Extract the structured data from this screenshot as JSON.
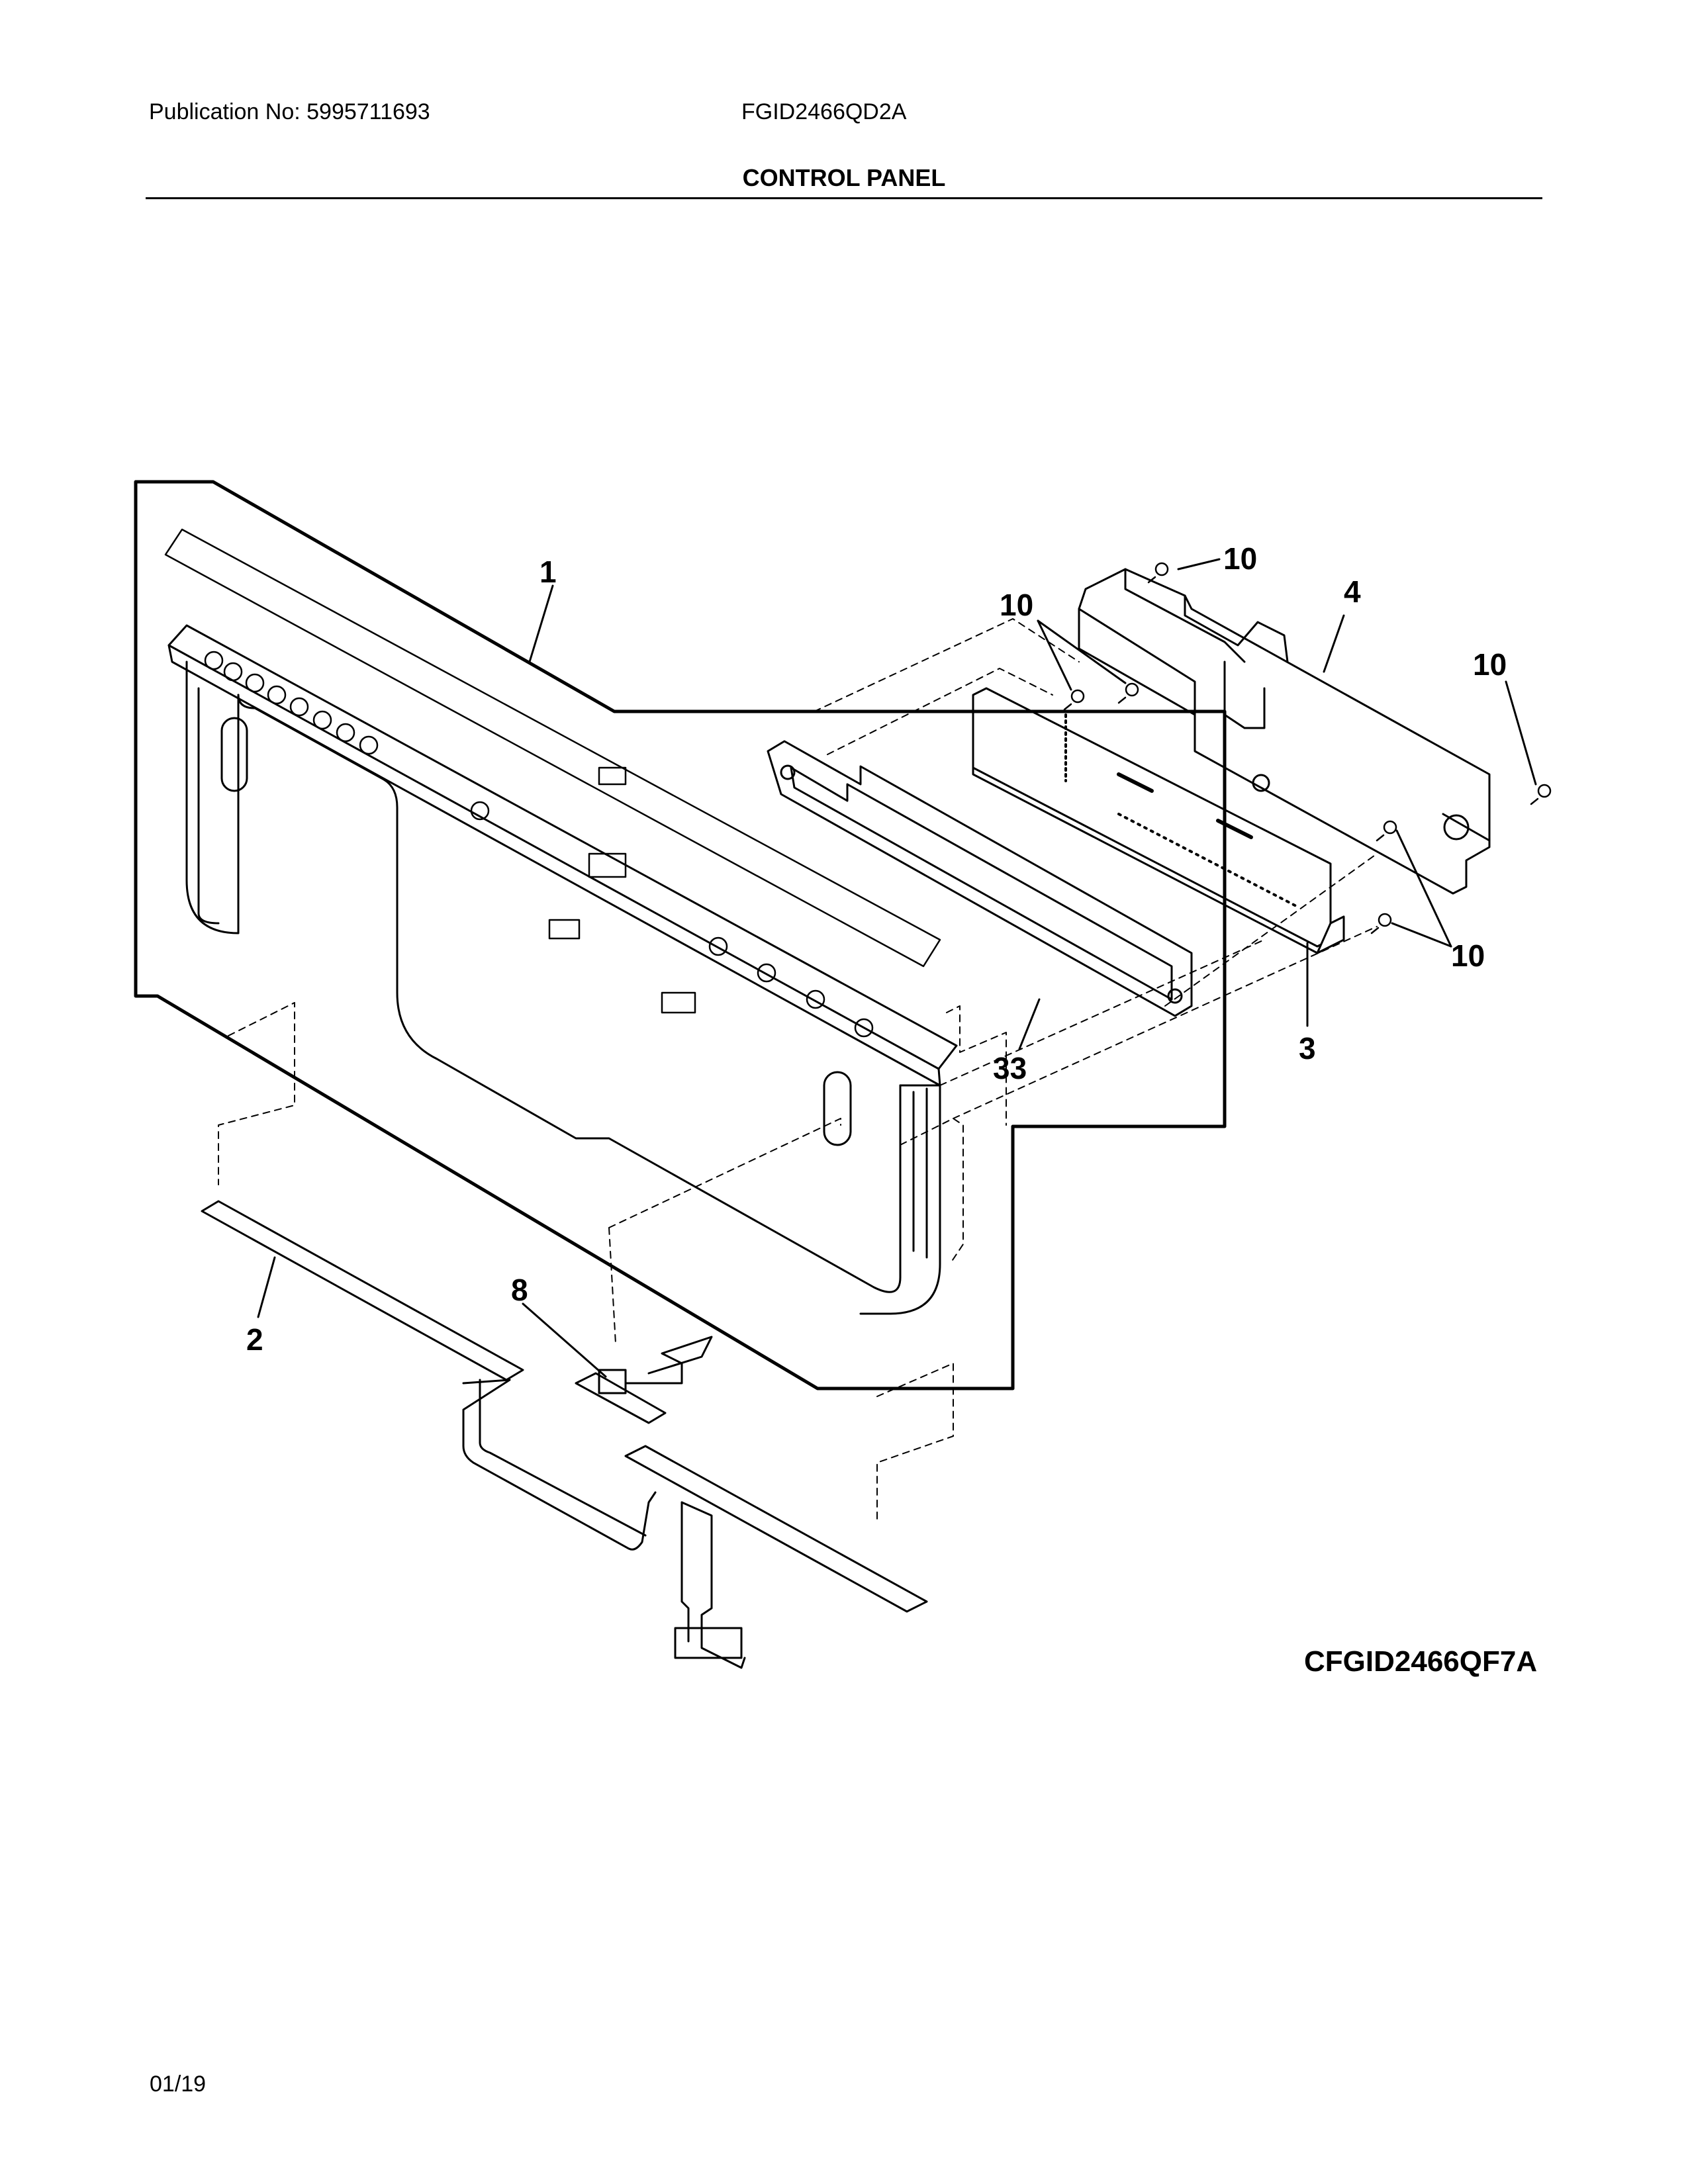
{
  "header": {
    "publication": "Publication No: 5995711693",
    "model": "FGID2466QD2A",
    "section_title": "CONTROL PANEL"
  },
  "diagram": {
    "id": "CFGID2466QF7A",
    "callouts": {
      "c1": "1",
      "c2": "2",
      "c3": "3",
      "c4": "4",
      "c8": "8",
      "c10a": "10",
      "c10b": "10",
      "c10c": "10",
      "c10d": "10",
      "c33": "33"
    }
  },
  "footer": {
    "date": "01/19"
  }
}
